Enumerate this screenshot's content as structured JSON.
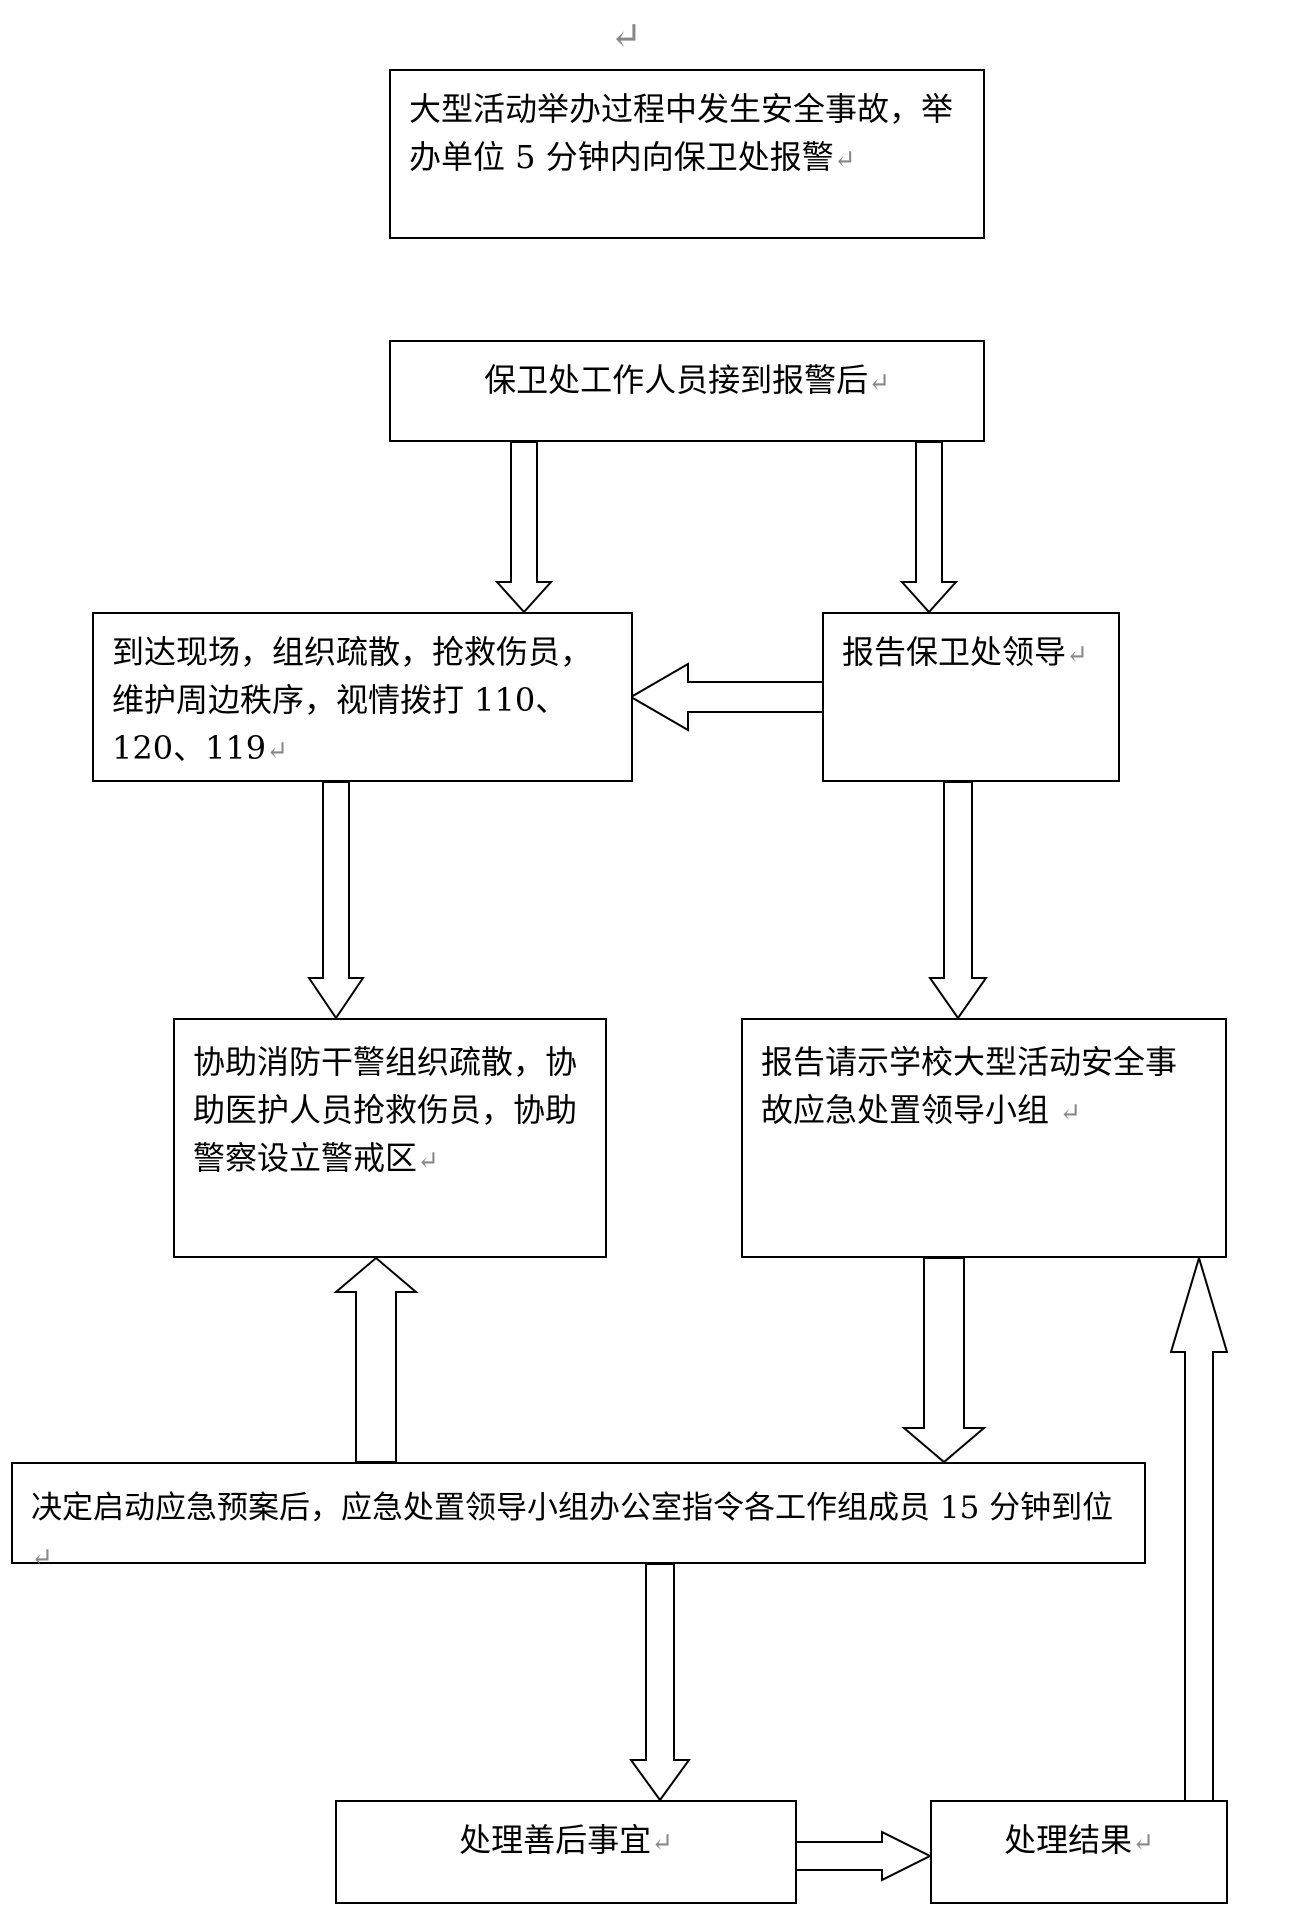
{
  "top_mark": "↵",
  "return_mark": "↵",
  "nodes": {
    "report_alarm": "大型活动举办过程中发生安全事故，举办单位 5 分钟内向保卫处报警",
    "receive_alarm": "保卫处工作人员接到报警后",
    "arrive_scene": "到达现场，组织疏散，抢救伤员，维护周边秩序，视情拨打 110、120、119",
    "report_leader": "报告保卫处领导",
    "assist": "协助消防干警组织疏散，协助医护人员抢救伤员，协助警察设立警戒区",
    "report_group": "报告请示学校大型活动安全事故应急处置领导小组 ",
    "start_plan": "决定启动应急预案后，应急处置领导小组办公室指令各工作组成员 15 分钟到位",
    "aftermath": "处理善后事宜",
    "result": "处理结果"
  }
}
